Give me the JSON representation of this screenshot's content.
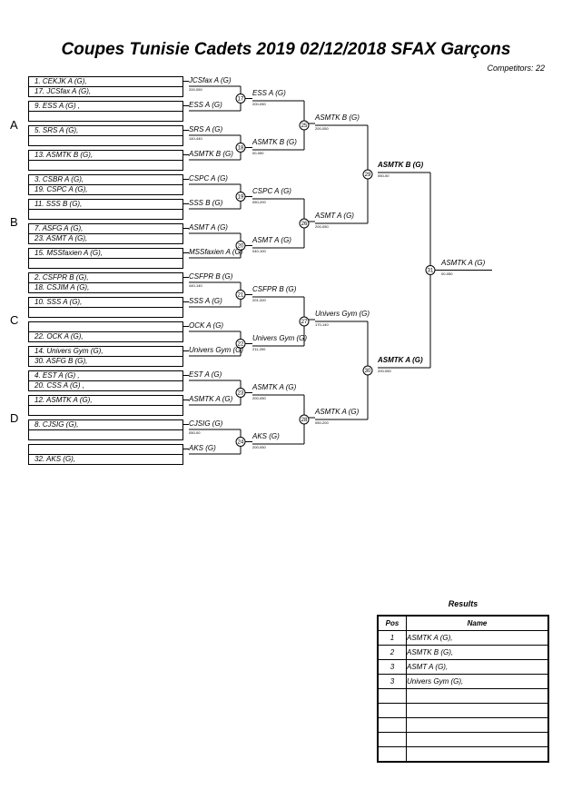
{
  "header": {
    "title": "Coupes Tunisie Cadets 2019  02/12/2018  SFAX   Garçons",
    "competitors": "Competitors: 22"
  },
  "groups": [
    "A",
    "B",
    "C",
    "D"
  ],
  "entries": [
    "1.  CEKJK A (G),",
    "17.  JCSfax A (G),",
    "9.  ESS A (G) ,",
    "",
    "5.  SRS A (G),",
    "",
    "13.  ASMTK B (G),",
    "",
    "3.  CSBR A (G),",
    "19.  CSPC A (G),",
    "11.  SSS B (G),",
    "",
    "7.  ASFG A (G),",
    "23.  ASMT A (G),",
    "15.  MSSfaxien A (G),",
    "",
    "2.  CSFPR B (G),",
    "18.  CSJIM A (G),",
    "10.  SSS A (G),",
    "",
    "",
    "22.  OCK A (G),",
    "14.  Univers Gym (G),",
    "30.  ASFG B (G),",
    "4.  EST A (G) ,",
    "20.  CSS A (G) ,",
    "12.  ASMTK A (G),",
    "",
    "8.  CJSIG (G),",
    "",
    "",
    "32.  AKS (G),"
  ],
  "round1": [
    {
      "top": "JCSfax A (G)",
      "top_score": "",
      "bottom": "ESS A (G)",
      "bottom_score": "",
      "match": "17",
      "winner": "ESS A (G)",
      "winner_score": "200-050"
    },
    {
      "top": "SRS A (G)",
      "top_score": "",
      "bottom": "ASMTK B (G)",
      "bottom_score": "",
      "match": "18",
      "winner": "ASMTK B (G)",
      "winner_score": "00-050"
    },
    {
      "top": "CSPC A (G)",
      "top_score": "",
      "bottom": "SSS B (G)",
      "bottom_score": "",
      "match": "19",
      "winner": "CSPC A (G)",
      "winner_score": "050-200"
    },
    {
      "top": "ASMT A (G)",
      "top_score": "",
      "bottom": "MSSfaxien A (G)",
      "bottom_score": "",
      "match": "20",
      "winner": "ASMT A (G)",
      "winner_score": "040-100"
    },
    {
      "top": "CSFPR B (G)",
      "top_score": "",
      "bottom": "SSS A (G)",
      "bottom_score": "",
      "match": "21",
      "winner": "CSFPR B (G)",
      "winner_score": "201-200"
    },
    {
      "top": "OCK A (G)",
      "top_score": "",
      "bottom": "Univers Gym (G)",
      "bottom_score": "",
      "match": "22",
      "winner": "Univers Gym (G)",
      "winner_score": "211-200"
    },
    {
      "top": "EST A (G)",
      "top_score": "050-00",
      "bottom": "ASMTK A (G)",
      "bottom_score": "",
      "match": "23",
      "winner": "ASMTK A (G)",
      "winner_score": "200-050"
    },
    {
      "top": "CJSIG (G)",
      "top_score": "",
      "bottom": "AKS (G)",
      "bottom_score": "",
      "match": "24",
      "winner": "AKS (G)",
      "winner_score": "200-050"
    }
  ],
  "pre_scores": [
    "200-050",
    "",
    "140-440",
    "",
    "",
    "",
    "",
    "",
    "440-140",
    "",
    "",
    "",
    "",
    "",
    "050-00",
    ""
  ],
  "round1_scores": [
    "",
    "",
    "140-440",
    "140-440",
    "440-140",
    "",
    "050-00",
    ""
  ],
  "round2": [
    {
      "match": "25",
      "winner": "ASMTK B (G)",
      "score": "200-050"
    },
    {
      "match": "26",
      "winner": "ASMT A (G)",
      "score": "200-050"
    },
    {
      "match": "27",
      "winner": "Univers Gym (G)",
      "score": "170-140"
    },
    {
      "match": "28",
      "winner": "ASMTK A (G)",
      "score": "050-200"
    }
  ],
  "round3": [
    {
      "match": "29",
      "winner": "ASMTK B (G)",
      "score": "050-00"
    },
    {
      "match": "30",
      "winner": "ASMTK A (G)",
      "score": "200-050"
    }
  ],
  "final": {
    "match": "31",
    "winner": "ASMTK A (G)",
    "score": "00-050"
  },
  "results": {
    "title": "Results",
    "col_pos": "Pos",
    "col_name": "Name",
    "rows": [
      {
        "pos": "1",
        "name": "ASMTK A (G),"
      },
      {
        "pos": "2",
        "name": "ASMTK B (G),"
      },
      {
        "pos": "3",
        "name": "ASMT A (G),"
      },
      {
        "pos": "3",
        "name": "Univers Gym (G),"
      },
      {
        "pos": "",
        "name": ""
      },
      {
        "pos": "",
        "name": ""
      },
      {
        "pos": "",
        "name": ""
      },
      {
        "pos": "",
        "name": ""
      },
      {
        "pos": "",
        "name": ""
      }
    ]
  }
}
